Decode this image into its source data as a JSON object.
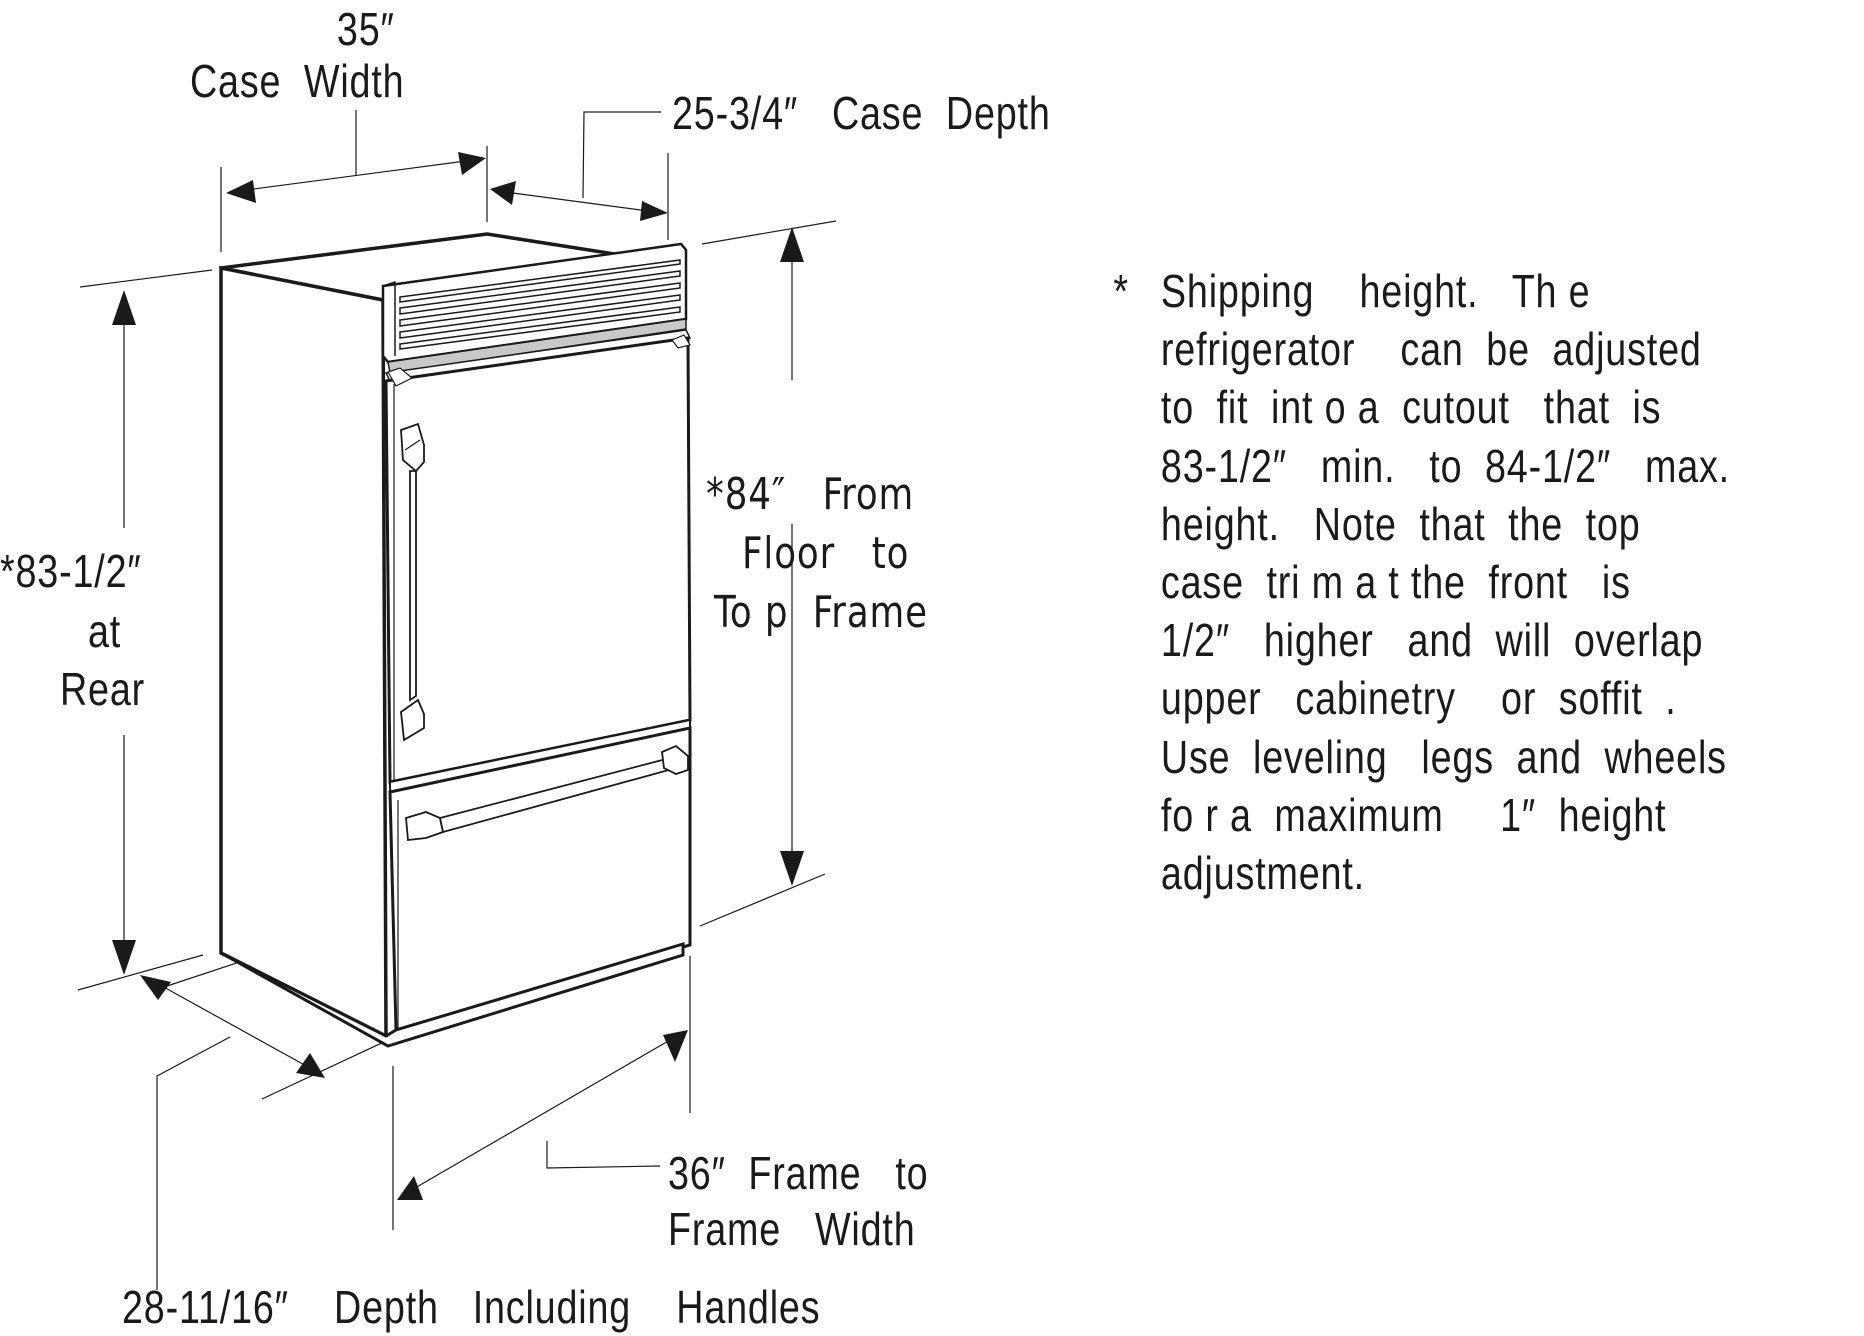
{
  "diagram": {
    "subject": "Built-in bottom-freezer refrigerator dimensions",
    "dimensions": {
      "case_width": {
        "value": "35″",
        "label": "Case  Width"
      },
      "case_depth": {
        "value": "25-3/4″",
        "label": "Case  Depth",
        "full": "25-3/4″   Case  Depth"
      },
      "rear_height": {
        "line1": "*83-1/2″",
        "line2": "at",
        "line3": "Rear"
      },
      "front_height": {
        "line1": "*84″   From",
        "line2": "Floor   to",
        "line3": "To p  Frame"
      },
      "frame_width": {
        "line1": "36″  Frame   to",
        "line2": "Frame   Width"
      },
      "depth_with_handles": {
        "text": "28-11/16″    Depth   Including    Handles"
      }
    },
    "footnote": {
      "marker": "*",
      "lines": [
        "Shipping    height.   Th e",
        "refrigerator    can  be  adjusted",
        "to  fit  int o a  cutout   that  is",
        "83-1/2″   min.   to  84-1/2″   max.",
        "height.   Note  that  the  top",
        "case  tri m a t the  front   is",
        "1/2″   higher   and  will  overlap",
        "upper   cabinetry    or  soffit  .",
        "Use  leveling   legs  and  wheels",
        "fo r a  maximum     1″  height",
        "adjustment."
      ]
    },
    "colors": {
      "line": "#1a1a1a",
      "background": "#ffffff",
      "trim_shade": "#c8c8c8"
    }
  }
}
